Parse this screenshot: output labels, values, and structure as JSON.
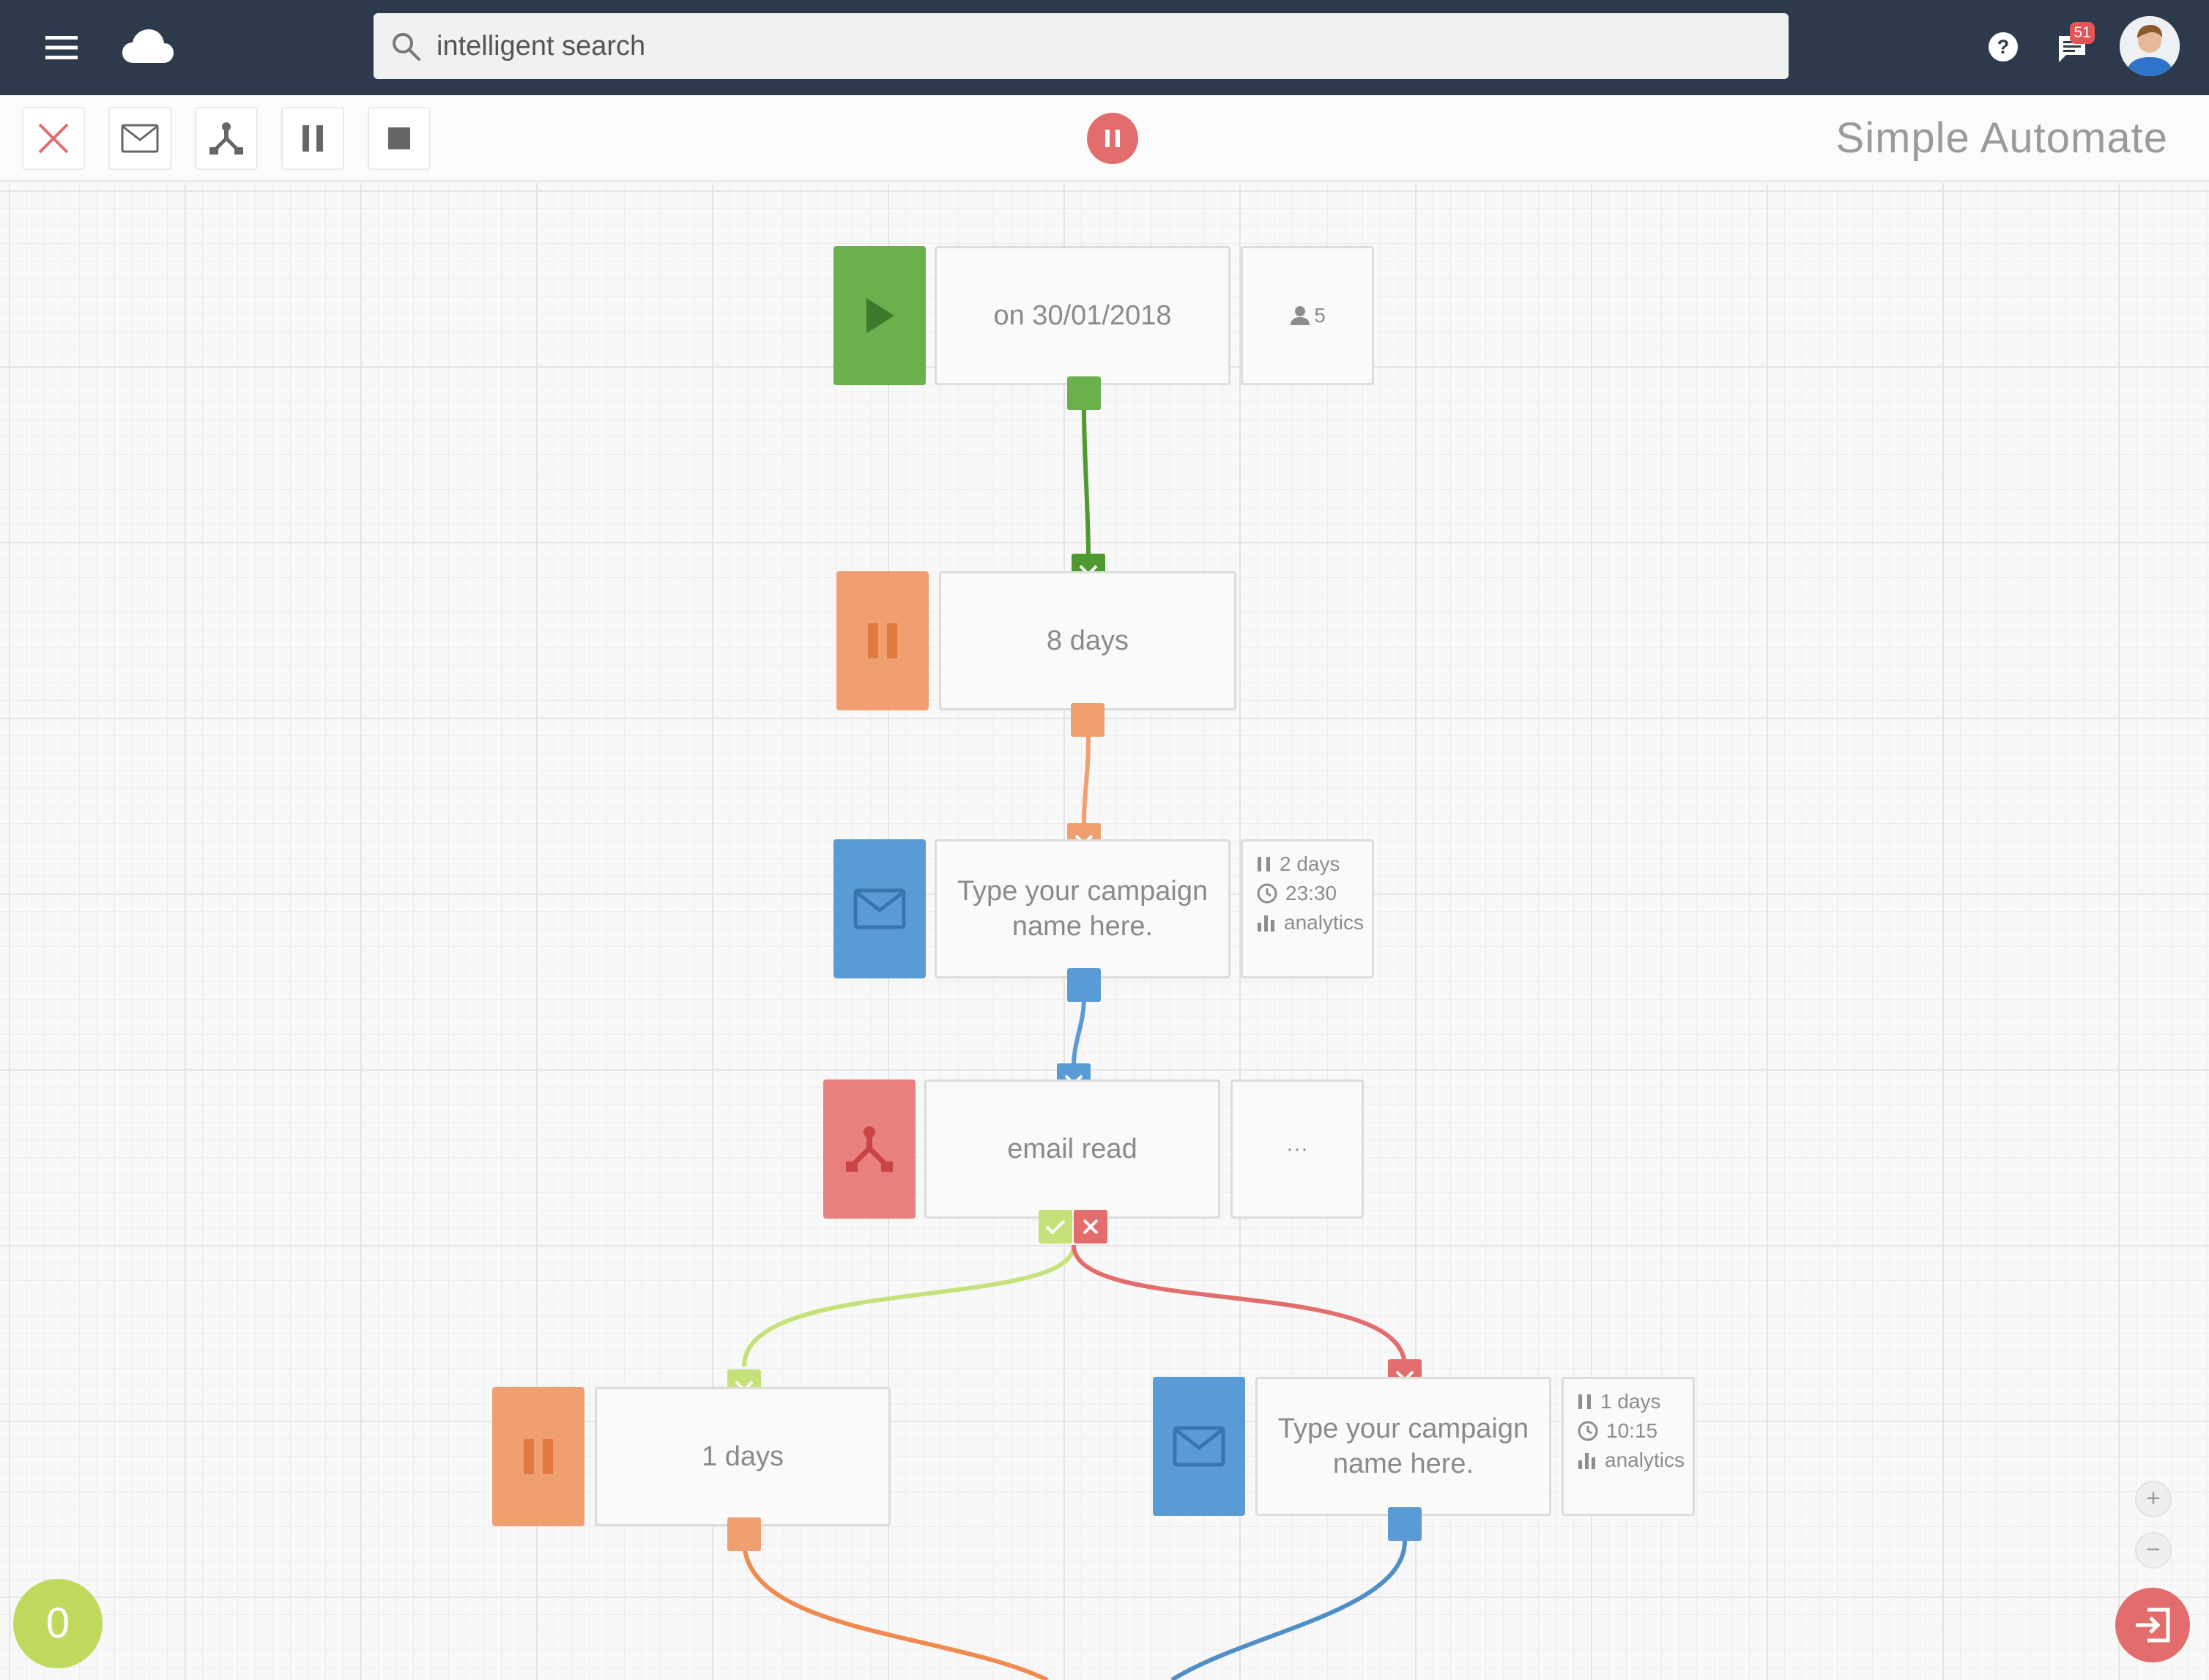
{
  "topbar": {
    "menu_icon": "hamburger-icon",
    "logo_icon": "cloud-icon",
    "search": {
      "placeholder": "intelligent search",
      "icon": "search-icon"
    },
    "help_icon": "help-icon",
    "notifications": {
      "icon": "chat-icon",
      "count": "51"
    },
    "avatar_icon": "user-avatar"
  },
  "toolbar": {
    "tools": [
      {
        "name": "delete-tool",
        "icon": "close-icon"
      },
      {
        "name": "email-tool",
        "icon": "envelope-icon"
      },
      {
        "name": "split-tool",
        "icon": "branch-icon"
      },
      {
        "name": "pause-tool",
        "icon": "pause-icon"
      },
      {
        "name": "stop-tool",
        "icon": "stop-icon"
      }
    ],
    "status_icon": "pause-circle-icon",
    "title": "Simple Automate"
  },
  "flow": {
    "start": {
      "label": "on 30/01/2018",
      "audience_count": "5",
      "color": "#6ab04c"
    },
    "wait1": {
      "label": "8 days",
      "color": "#f0a070"
    },
    "email1": {
      "label": "Type your campaign name here.",
      "delay": "2 days",
      "time": "23:30",
      "analytics": "analytics",
      "color": "#5b9bd5"
    },
    "condition": {
      "label": "email read",
      "more": "···",
      "color": "#e88080",
      "yes_color": "#c5e17a",
      "no_color": "#e36d6d"
    },
    "wait2": {
      "label": "1 days",
      "color": "#f0a070"
    },
    "email2": {
      "label": "Type your campaign name here.",
      "delay": "1 days",
      "time": "10:15",
      "analytics": "analytics",
      "color": "#5b9bd5"
    }
  },
  "zoom": {
    "in": "+",
    "out": "−"
  },
  "counter": "0",
  "exit_icon": "exit-icon"
}
